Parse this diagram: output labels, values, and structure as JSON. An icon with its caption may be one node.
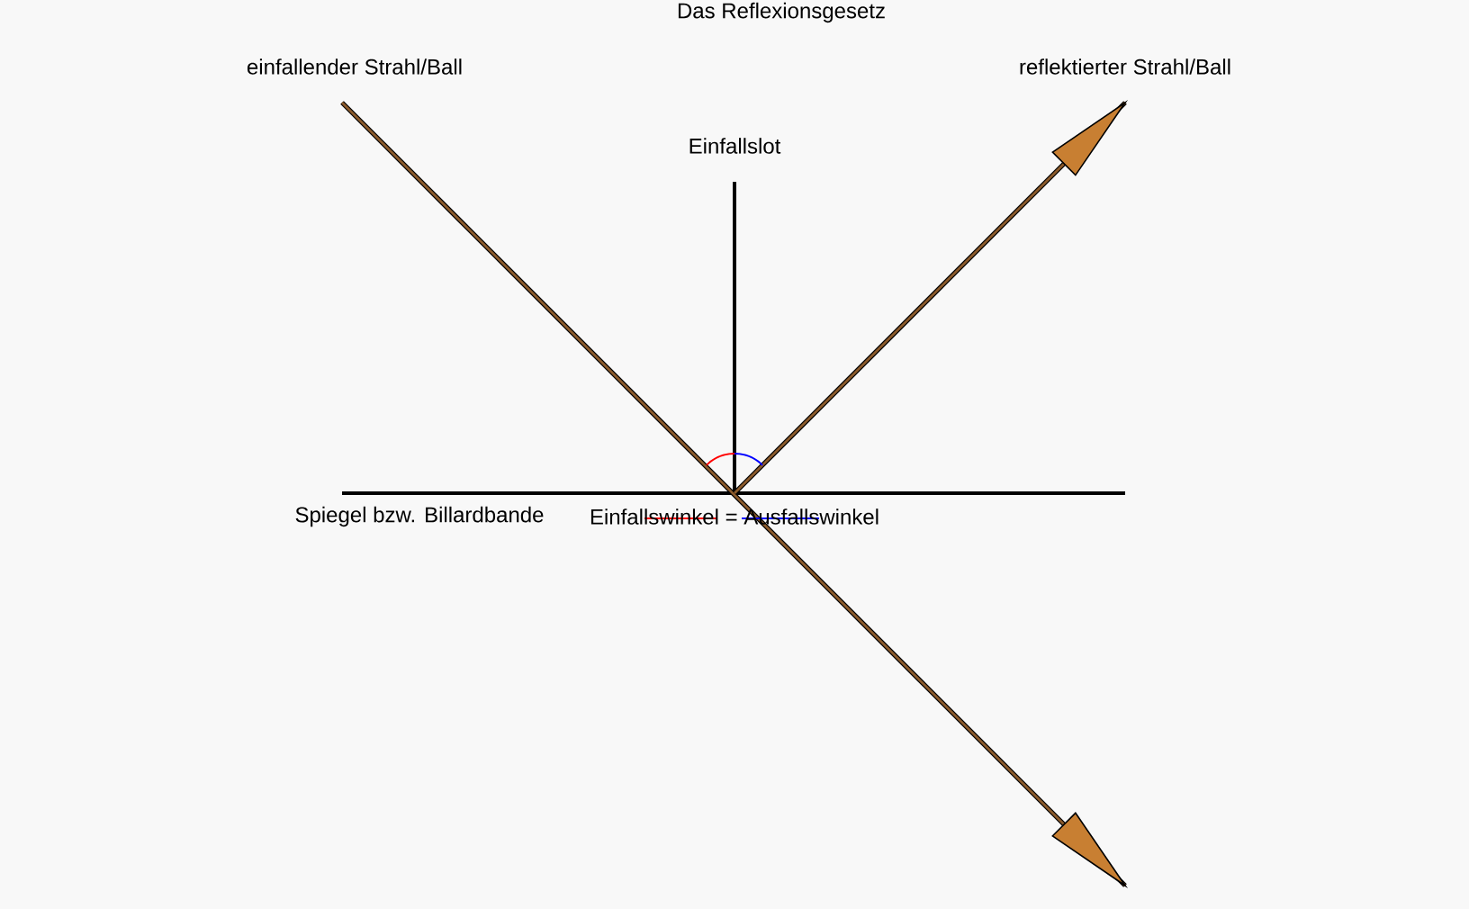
{
  "diagram": {
    "title": "Das Reflexionsgesetz",
    "labels": [
      "einfallender Strahl/Ball",
      "reflektierter Strahl/Ball",
      "Einfallslot",
      "Spiegel bzw. Billardbande",
      "Einfallswinkel = Ausfallswinkel"
    ]
  }
}
